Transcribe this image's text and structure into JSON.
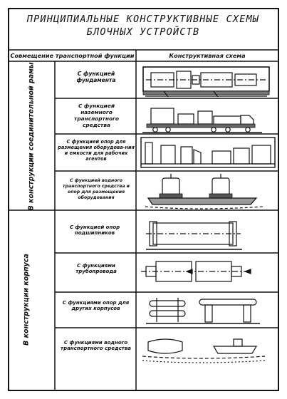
{
  "title": {
    "line1": "ПРИНЦИПИАЛЬНЫЕ КОНСТРУКТИВНЫЕ СХЕМЫ",
    "line2": "БЛОЧНЫХ УСТРОЙСТВ"
  },
  "headers": {
    "left": "Совмещение транспортной функции",
    "right": "Конструктивная схема"
  },
  "groups": {
    "frame": "В конструкции соединительной рамы",
    "hull": "В конструкции корпуса"
  },
  "rows": [
    {
      "label": "С функцией фундамента"
    },
    {
      "label": "С функцией наземного транспортного средства"
    },
    {
      "label": "С функцией опор для размещения оборудова-ния и емкости для рабочих агентов"
    },
    {
      "label": "С функцией водного транспортного средства и опор для размещения оборудования"
    },
    {
      "label": "С функцией опор подшипников"
    },
    {
      "label": "С функциями трубопровода"
    },
    {
      "label": "С функциями опор для других корпусов"
    },
    {
      "label": "С функциями водного транспортного средства"
    }
  ]
}
